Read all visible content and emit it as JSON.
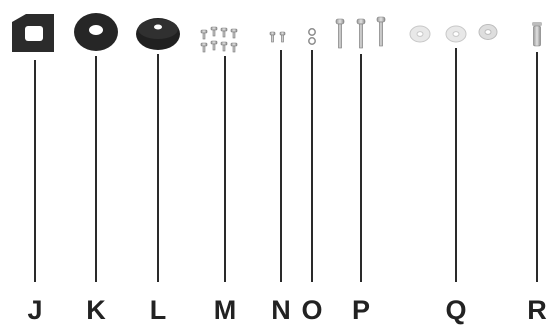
{
  "diagram": {
    "background": "#ffffff",
    "line_color": "#2a2a2a",
    "label_color": "#222222",
    "parts": [
      {
        "id": "J",
        "label": "J",
        "icon": "rubber-bracket-icon"
      },
      {
        "id": "K",
        "label": "K",
        "icon": "black-thick-washer-icon"
      },
      {
        "id": "L",
        "label": "L",
        "icon": "black-spacer-washer-icon"
      },
      {
        "id": "M",
        "label": "M",
        "icon": "small-screws-set-icon"
      },
      {
        "id": "N",
        "label": "N",
        "icon": "mini-screws-icon"
      },
      {
        "id": "O",
        "label": "O",
        "icon": "rings-icon"
      },
      {
        "id": "P",
        "label": "P",
        "icon": "long-screws-icon"
      },
      {
        "id": "Q",
        "label": "Q",
        "icon": "flat-washers-icon"
      },
      {
        "id": "R",
        "label": "R",
        "icon": "standoff-icon"
      }
    ]
  }
}
